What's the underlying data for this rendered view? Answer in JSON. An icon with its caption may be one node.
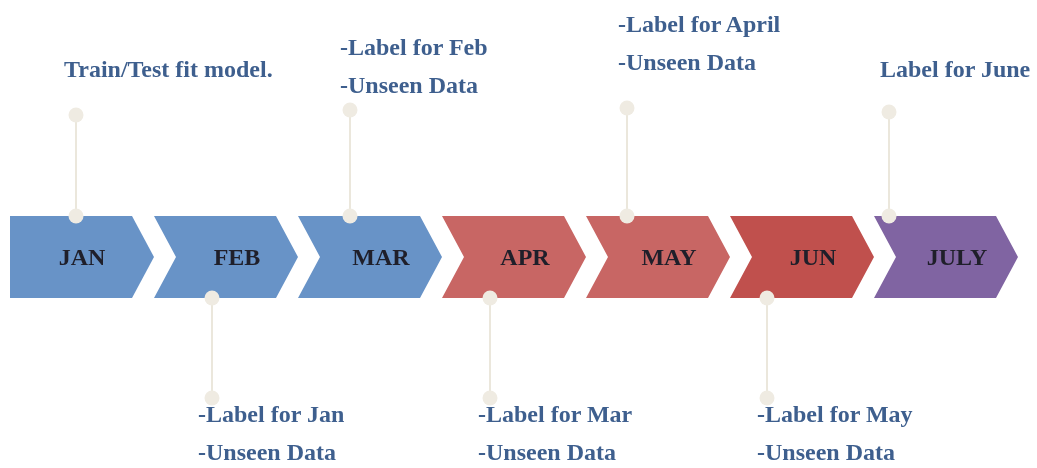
{
  "diagram": {
    "nodes": [
      {
        "text": [
          "JAN"
        ]
      },
      {
        "text": [
          "FEB"
        ]
      },
      {
        "text": [
          "MAR"
        ]
      },
      {
        "text": [
          "APR"
        ]
      },
      {
        "text": [
          "MAY"
        ]
      },
      {
        "text": [
          "JUN"
        ]
      },
      {
        "text": [
          "JULY"
        ]
      },
      {
        "text": [
          "Train/Test fit model."
        ]
      },
      {
        "text": [
          "-Label for Feb",
          "-Unseen Data"
        ]
      },
      {
        "text": [
          "-Label for April",
          "-Unseen Data"
        ]
      },
      {
        "text": [
          "Label for June"
        ]
      },
      {
        "text": [
          "-Label for Jan",
          "-Unseen Data"
        ]
      },
      {
        "text": [
          "-Label for Mar",
          "-Unseen Data"
        ]
      },
      {
        "text": [
          "-Label for May",
          "-Unseen Data"
        ]
      }
    ],
    "edges": [
      {
        "from": 7,
        "to": 0,
        "arrow": "other"
      },
      {
        "from": 8,
        "to": 2,
        "arrow": "other"
      },
      {
        "from": 9,
        "to": 4,
        "arrow": "other"
      },
      {
        "from": 10,
        "to": 6,
        "arrow": "other"
      },
      {
        "from": 11,
        "to": 1,
        "arrow": "other"
      },
      {
        "from": 12,
        "to": 3,
        "arrow": "other"
      },
      {
        "from": 13,
        "to": 5,
        "arrow": "other"
      }
    ]
  }
}
